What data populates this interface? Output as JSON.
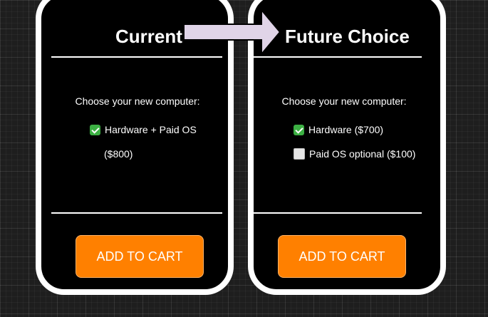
{
  "current": {
    "title": "Current",
    "prompt": "Choose your new computer:",
    "option_line1": "Hardware + Paid OS",
    "option_line2": "($800)",
    "option_icon": "checked-checkbox-icon",
    "button_label": "ADD TO CART"
  },
  "future": {
    "title": "Future Choice",
    "prompt": "Choose your new computer:",
    "options": [
      {
        "label": "Hardware ($700)",
        "icon": "checked-checkbox-icon",
        "checked": true
      },
      {
        "label": "Paid OS optional ($100)",
        "icon": "unchecked-checkbox-icon",
        "checked": false
      }
    ],
    "button_label": "ADD TO CART"
  },
  "colors": {
    "card_background": "#000000",
    "card_border": "#ffffff",
    "button": "#ff8000",
    "arrow": "#e0d4e8",
    "checkmark": "#3cb043",
    "page_background": "#1e1e1e"
  },
  "arrow_icon": "right-arrow-icon"
}
